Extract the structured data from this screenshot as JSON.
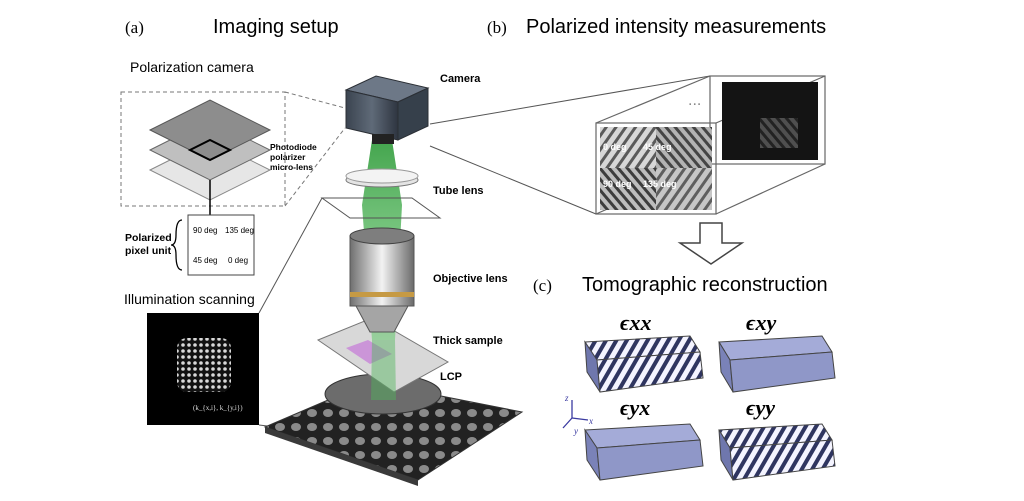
{
  "panel_a": {
    "letter": "(a)",
    "title": "Imaging setup",
    "polarization_camera": "Polarization camera",
    "sensor_layers": [
      "Photodiode",
      "polarizer",
      "micro-lens"
    ],
    "unit_label": [
      "Polarized",
      "pixel unit"
    ],
    "unit_cells": [
      "90 deg",
      "135 deg",
      "45 deg",
      "0 deg"
    ],
    "illumination_scanning": "Illumination scanning",
    "scan_coordinate": "(k_{x,i}, k_{y,i})",
    "components": {
      "camera": "Camera",
      "tube_lens": "Tube lens",
      "objective_lens": "Objective lens",
      "thick_sample": "Thick sample",
      "lcp": "LCP"
    }
  },
  "panel_b": {
    "letter": "(b)",
    "title": "Polarized intensity measurements",
    "ellipsis": "...",
    "measurement_labels": [
      "0 deg",
      "45 deg",
      "90 deg",
      "135 deg"
    ]
  },
  "panel_c": {
    "letter": "(c)",
    "title": "Tomographic reconstruction",
    "components": [
      "ϵxx",
      "ϵxy",
      "ϵyx",
      "ϵyy"
    ],
    "axes": {
      "z": "z",
      "y": "y",
      "x": "x"
    }
  },
  "colors": {
    "beam": "#2f9b3a",
    "camera_body": "#4a5563",
    "sample_tint": "#c98ad8",
    "tomo_face": "#8f97c8",
    "axis_color": "#3a3aa0"
  }
}
